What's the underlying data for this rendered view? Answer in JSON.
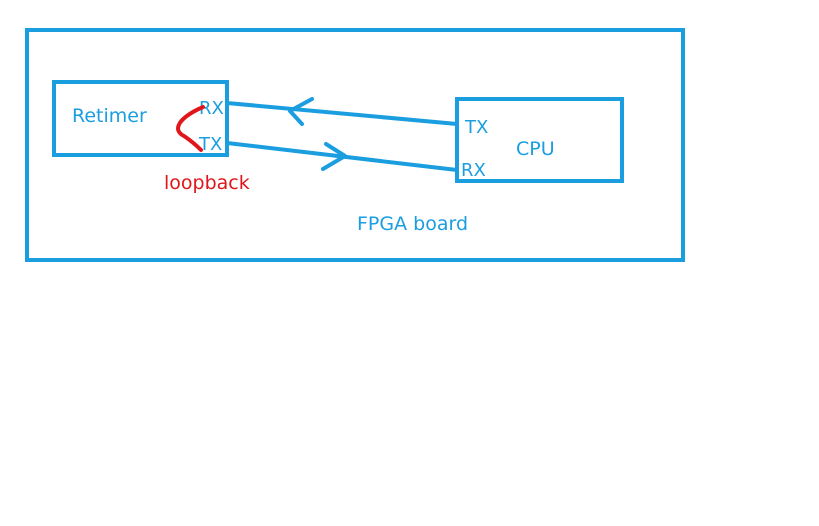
{
  "colors": {
    "stroke": "#1a9ee0",
    "text": "#1a9ee0",
    "loopback": "#e0161b",
    "background": "#ffffff"
  },
  "board": {
    "label": "FPGA board"
  },
  "retimer": {
    "label": "Retimer",
    "rx_label": "RX",
    "tx_label": "TX"
  },
  "cpu": {
    "label": "CPU",
    "tx_label": "TX",
    "rx_label": "RX"
  },
  "loopback": {
    "label": "loopback"
  }
}
